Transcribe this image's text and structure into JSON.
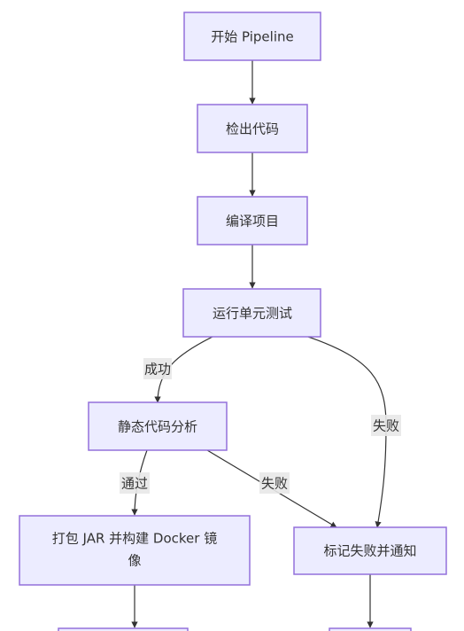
{
  "nodes": {
    "start": "开始 Pipeline",
    "checkout": "检出代码",
    "compile": "编译项目",
    "unit_test": "运行单元测试",
    "static_analysis": "静态代码分析",
    "package_line1": "打包 JAR 并构建 Docker 镜",
    "package_line2": "像",
    "mark_failed": "标记失败并通知"
  },
  "edges": {
    "test_success": "成功",
    "test_failure": "失败",
    "analysis_pass": "通过",
    "analysis_failure": "失败"
  },
  "colors": {
    "node_fill": "#ECECFF",
    "node_stroke": "#9370DB",
    "edge_stroke": "#333333",
    "label_bg": "#E8E8E8",
    "text": "#333333"
  }
}
